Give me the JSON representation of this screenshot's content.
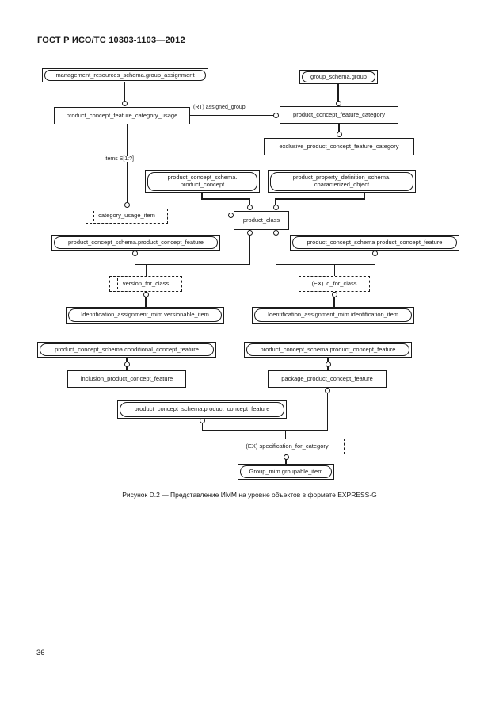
{
  "page": {
    "header": "ГОСТ Р ИСО/ТС 10303-1103—2012",
    "caption": "Рисунок D.2 — Представление ИММ на уровне объектов в формате EXPRESS-G",
    "page_number": "36"
  },
  "diagram": {
    "notation": "EXPRESS-G",
    "edge_labels": {
      "assigned_group": "(RT) assigned_group",
      "items": "items S[1:?]"
    },
    "nodes": {
      "group_assignment": {
        "kind": "interschema-ref",
        "label": "management_resources_schema.group_assignment"
      },
      "group": {
        "kind": "interschema-ref",
        "label": "group_schema.group"
      },
      "pcfc_usage": {
        "kind": "entity",
        "label": "product_concept_feature_category_usage"
      },
      "pcfc": {
        "kind": "entity",
        "label": "product_concept_feature_category"
      },
      "exclusive_pcfc": {
        "kind": "entity",
        "label": "exclusive_product_concept_feature_category"
      },
      "product_concept": {
        "kind": "interschema-ref",
        "line1": "product_concept_schema.",
        "line2": "product_concept"
      },
      "characterized_object": {
        "kind": "interschema-ref",
        "line1": "product_property_definition_schema.",
        "line2": "characterized_object"
      },
      "category_usage_item": {
        "kind": "select",
        "label": "category_usage_item"
      },
      "product_class": {
        "kind": "entity",
        "label": "product_class"
      },
      "pcf_left": {
        "kind": "interschema-ref",
        "label": "product_concept_schema.product_concept_feature"
      },
      "pcf_right": {
        "kind": "interschema-ref",
        "label": "product_concept_schema product_concept_feature"
      },
      "version_for_class": {
        "kind": "select",
        "label": "version_for_class"
      },
      "id_for_class": {
        "kind": "select",
        "label": "(EX) id_for_class"
      },
      "versionable_item": {
        "kind": "interschema-ref",
        "label": "Identification_assignment_mim.versionable_item"
      },
      "identification_item": {
        "kind": "interschema-ref",
        "label": "Identification_assignment_mim.identification_item"
      },
      "conditional_concept_feature": {
        "kind": "interschema-ref",
        "label": "product_concept_schema.conditional_concept_feature"
      },
      "pcf_mid": {
        "kind": "interschema-ref",
        "label": "product_concept_schema.product_concept_feature"
      },
      "inclusion_pcf": {
        "kind": "entity",
        "label": "inclusion_product_concept_feature"
      },
      "package_pcf": {
        "kind": "entity",
        "label": "package_product_concept_feature"
      },
      "pcf_bottom": {
        "kind": "interschema-ref",
        "label": "product_concept_schema.product_concept_feature"
      },
      "specification_for_category": {
        "kind": "select",
        "label": "(EX) specification_for_category"
      },
      "groupable_item": {
        "kind": "interschema-ref",
        "label": "Group_mim.groupable_item"
      }
    }
  }
}
